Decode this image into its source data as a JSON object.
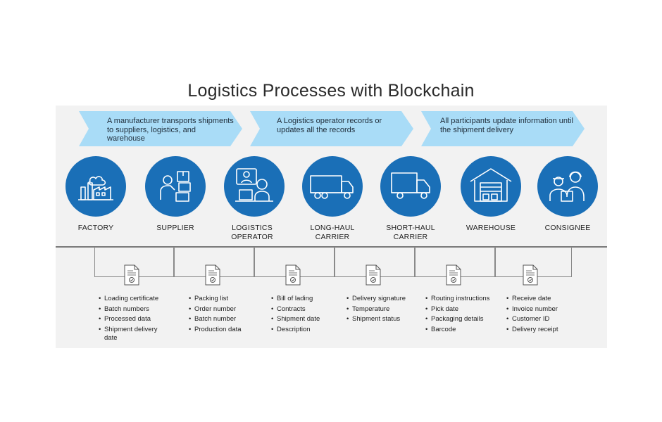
{
  "title": "Logistics Processes with Blockchain",
  "colors": {
    "arrow": "#a9dcf7",
    "circle": "#1a6fb7",
    "panel": "#f2f2f2"
  },
  "arrows": [
    {
      "text": "A manufacturer transports shipments to suppliers, logistics, and warehouse"
    },
    {
      "text": "A Logistics operator records or updates all the records"
    },
    {
      "text": "All participants update information until the shipment delivery"
    }
  ],
  "participants": [
    {
      "label": "FACTORY",
      "icon": "factory-icon",
      "items": [
        "Loading certificate",
        "Batch numbers",
        "Processed data",
        "Shipment delivery date"
      ]
    },
    {
      "label": "SUPPLIER",
      "icon": "supplier-icon",
      "items": [
        "Packing list",
        "Order number",
        "Batch number",
        "Production data"
      ]
    },
    {
      "label": "LOGISTICS OPERATOR",
      "icon": "logistics-operator-icon",
      "items": [
        "Bill of lading",
        "Contracts",
        "Shipment date",
        "Description"
      ]
    },
    {
      "label": "LONG-HAUL CARRIER",
      "icon": "long-haul-truck-icon",
      "items": [
        "Delivery signature",
        "Temperature",
        "Shipment status"
      ]
    },
    {
      "label": "SHORT-HAUL CARRIER",
      "icon": "short-haul-truck-icon",
      "items": [
        "Routing instructions",
        "Pick date",
        "Packaging details",
        "Barcode"
      ]
    },
    {
      "label": "WAREHOUSE",
      "icon": "warehouse-icon",
      "items": [
        "Receive date",
        "Invoice number",
        "Customer ID",
        "Delivery receipt"
      ]
    },
    {
      "label": "CONSIGNEE",
      "icon": "consignee-icon",
      "items": []
    }
  ]
}
